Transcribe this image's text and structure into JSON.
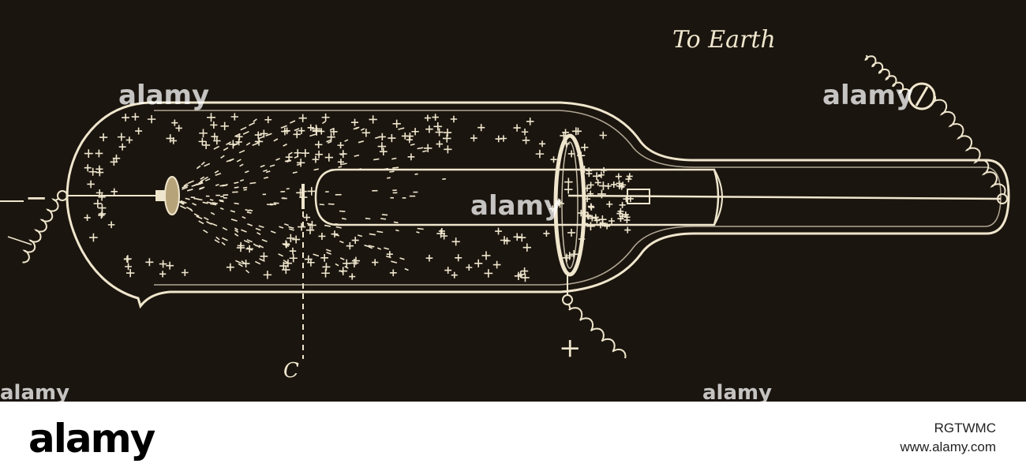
{
  "diagram": {
    "label_to_earth": "To Earth",
    "label_cathode_minus": "−",
    "label_anode_plus": "+",
    "label_c": "C",
    "colors": {
      "background": "#1b150f",
      "ink": "#efe6cd"
    }
  },
  "watermark": {
    "text": "alamy"
  },
  "footer": {
    "logo": "alamy",
    "image_id": "RGTWMC",
    "url": "www.alamy.com"
  }
}
